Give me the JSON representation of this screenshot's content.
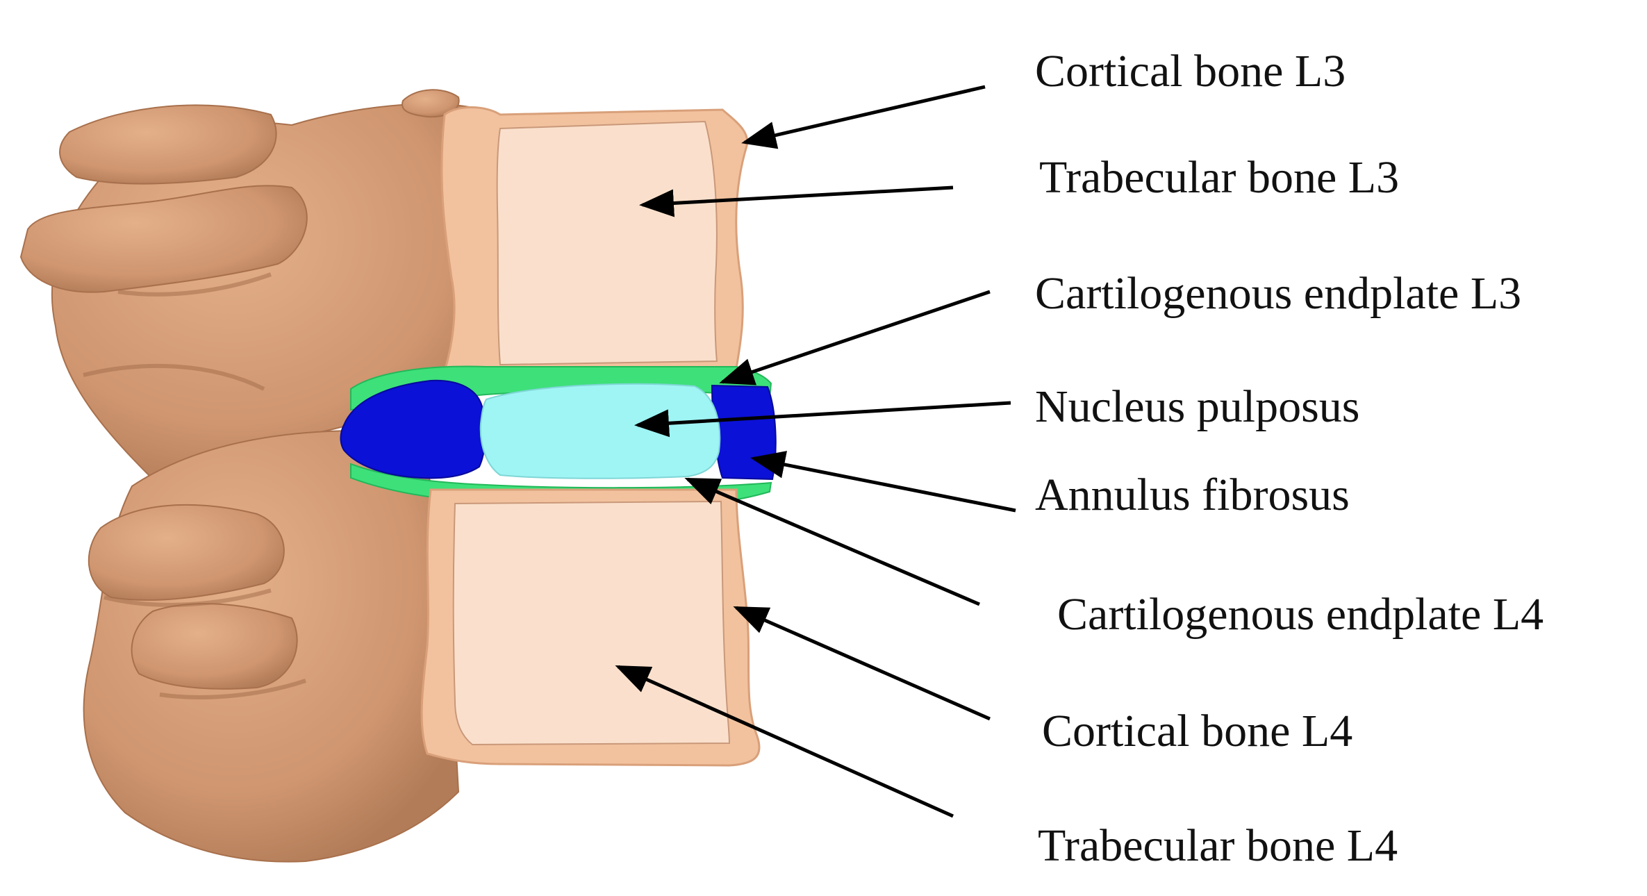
{
  "labels": [
    "Cortical bone L3",
    "Trabecular bone L3",
    "Cartilogenous endplate L3",
    "Nucleus pulposus",
    "Annulus fibrosus",
    "Cartilogenous endplate L4",
    "Cortical bone L4",
    "Trabecular bone L4"
  ],
  "colors": {
    "bone": "#D9A37B",
    "bone_shadow": "#B57F5C",
    "bone_highlight": "#E8BC98",
    "cortical": "#F2C29E",
    "trabecular": "#FAE0CC",
    "endplate": "#3EE07A",
    "nucleus": "#9FF4F4",
    "annulus": "#0B11D6",
    "arrow": "#000000",
    "text": "#111111"
  }
}
